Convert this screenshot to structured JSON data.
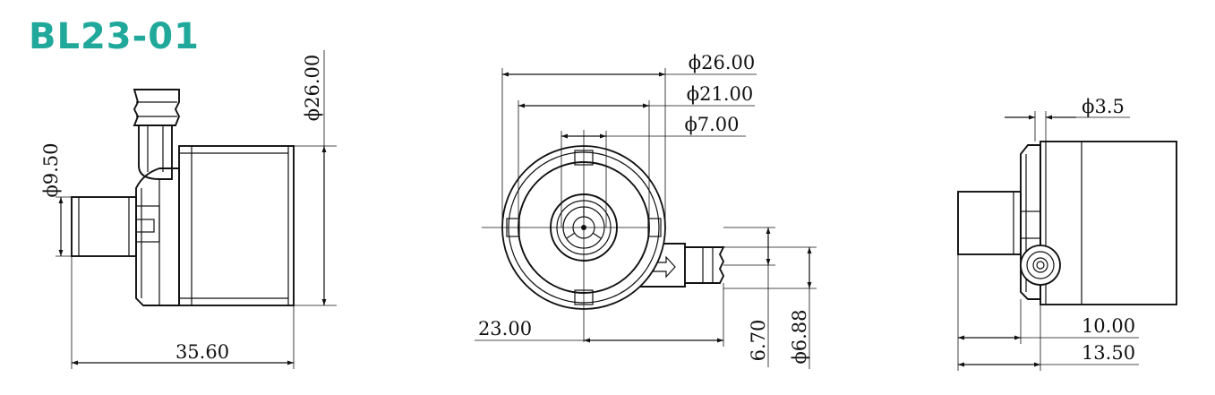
{
  "title": "BL23-01",
  "brand_color": "#20a89a",
  "dimensions": {
    "side_height_dia": "ϕ26.00",
    "side_inlet_dia": "ϕ9.50",
    "side_length": "35.60",
    "front_dia_outer": "ϕ26.00",
    "front_dia_mid": "ϕ21.00",
    "front_dia_inner": "ϕ7.00",
    "front_outlet_reach": "23.00",
    "front_outlet_offset": "6.70",
    "front_outlet_dia": "ϕ6.88",
    "rear_dia": "ϕ3.5",
    "rear_len_1": "10.00",
    "rear_len_2": "13.50"
  }
}
